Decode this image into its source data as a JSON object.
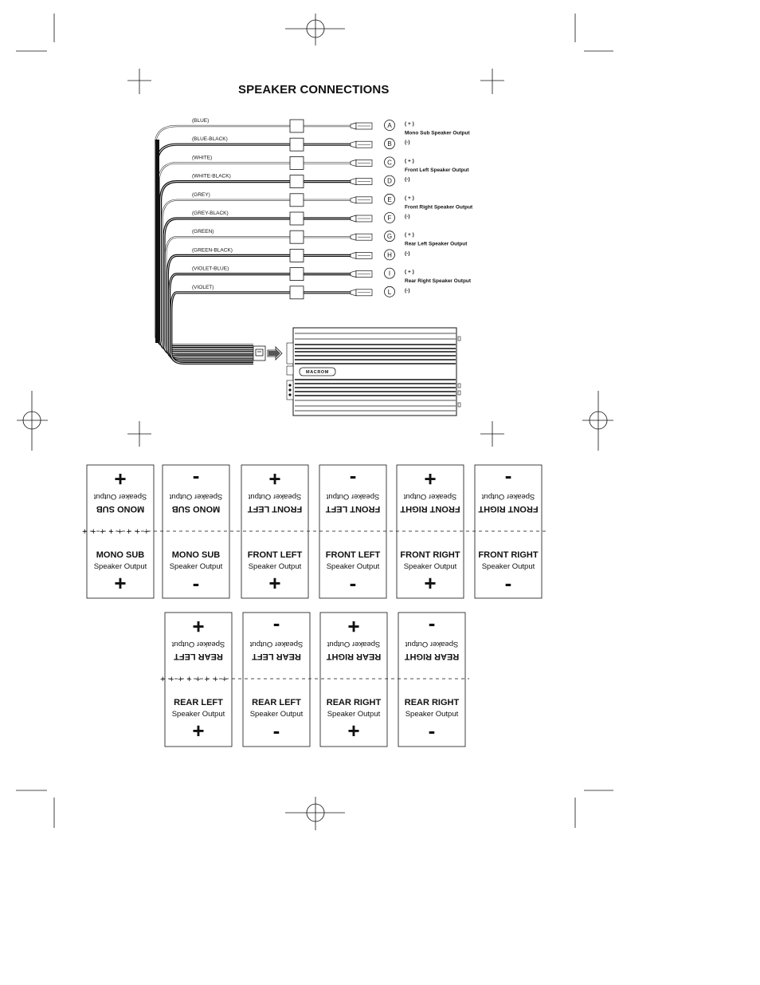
{
  "title": "SPEAKER CONNECTIONS",
  "wires": [
    {
      "color_label": "(BLUE)",
      "letter": "A",
      "polarity": "( + )",
      "output_label": "Mono Sub Speaker Output"
    },
    {
      "color_label": "(BLUE-BLACK)",
      "letter": "B",
      "polarity": "(-)"
    },
    {
      "color_label": "(WHITE)",
      "letter": "C",
      "polarity": "( + )",
      "output_label": "Front Left Speaker Output"
    },
    {
      "color_label": "(WHITE-BLACK)",
      "letter": "D",
      "polarity": "(-)"
    },
    {
      "color_label": "(GREY)",
      "letter": "E",
      "polarity": "( + )",
      "output_label": "Front Right Speaker Output"
    },
    {
      "color_label": "(GREY-BLACK)",
      "letter": "F",
      "polarity": "(-)"
    },
    {
      "color_label": "(GREEN)",
      "letter": "G",
      "polarity": "( + )",
      "output_label": "Rear Left Speaker Output"
    },
    {
      "color_label": "(GREEN-BLACK)",
      "letter": "H",
      "polarity": "(-)"
    },
    {
      "color_label": "(VIOLET-BLUE)",
      "letter": "I",
      "polarity": "( + )",
      "output_label": "Rear Right Speaker Output"
    },
    {
      "color_label": "(VIOLET)",
      "letter": "L",
      "polarity": "(-)"
    }
  ],
  "amplifier": {
    "brand": "MACROM"
  },
  "tags": [
    {
      "name": "MONO SUB",
      "sub": "Speaker Output",
      "sign": "+"
    },
    {
      "name": "MONO SUB",
      "sub": "Speaker Output",
      "sign": "-"
    },
    {
      "name": "FRONT LEFT",
      "sub": "Speaker Output",
      "sign": "+"
    },
    {
      "name": "FRONT LEFT",
      "sub": "Speaker Output",
      "sign": "-"
    },
    {
      "name": "FRONT RIGHT",
      "sub": "Speaker Output",
      "sign": "+"
    },
    {
      "name": "FRONT RIGHT",
      "sub": "Speaker Output",
      "sign": "-"
    },
    {
      "name": "REAR LEFT",
      "sub": "Speaker Output",
      "sign": "+"
    },
    {
      "name": "REAR LEFT",
      "sub": "Speaker Output",
      "sign": "-"
    },
    {
      "name": "REAR RIGHT",
      "sub": "Speaker Output",
      "sign": "+"
    },
    {
      "name": "REAR RIGHT",
      "sub": "Speaker Output",
      "sign": "-"
    }
  ],
  "fold_marks": [
    "+ + + + + + + +",
    "+ + + + + + + +"
  ],
  "colors": {
    "ink": "#111111",
    "paper": "#ffffff"
  }
}
